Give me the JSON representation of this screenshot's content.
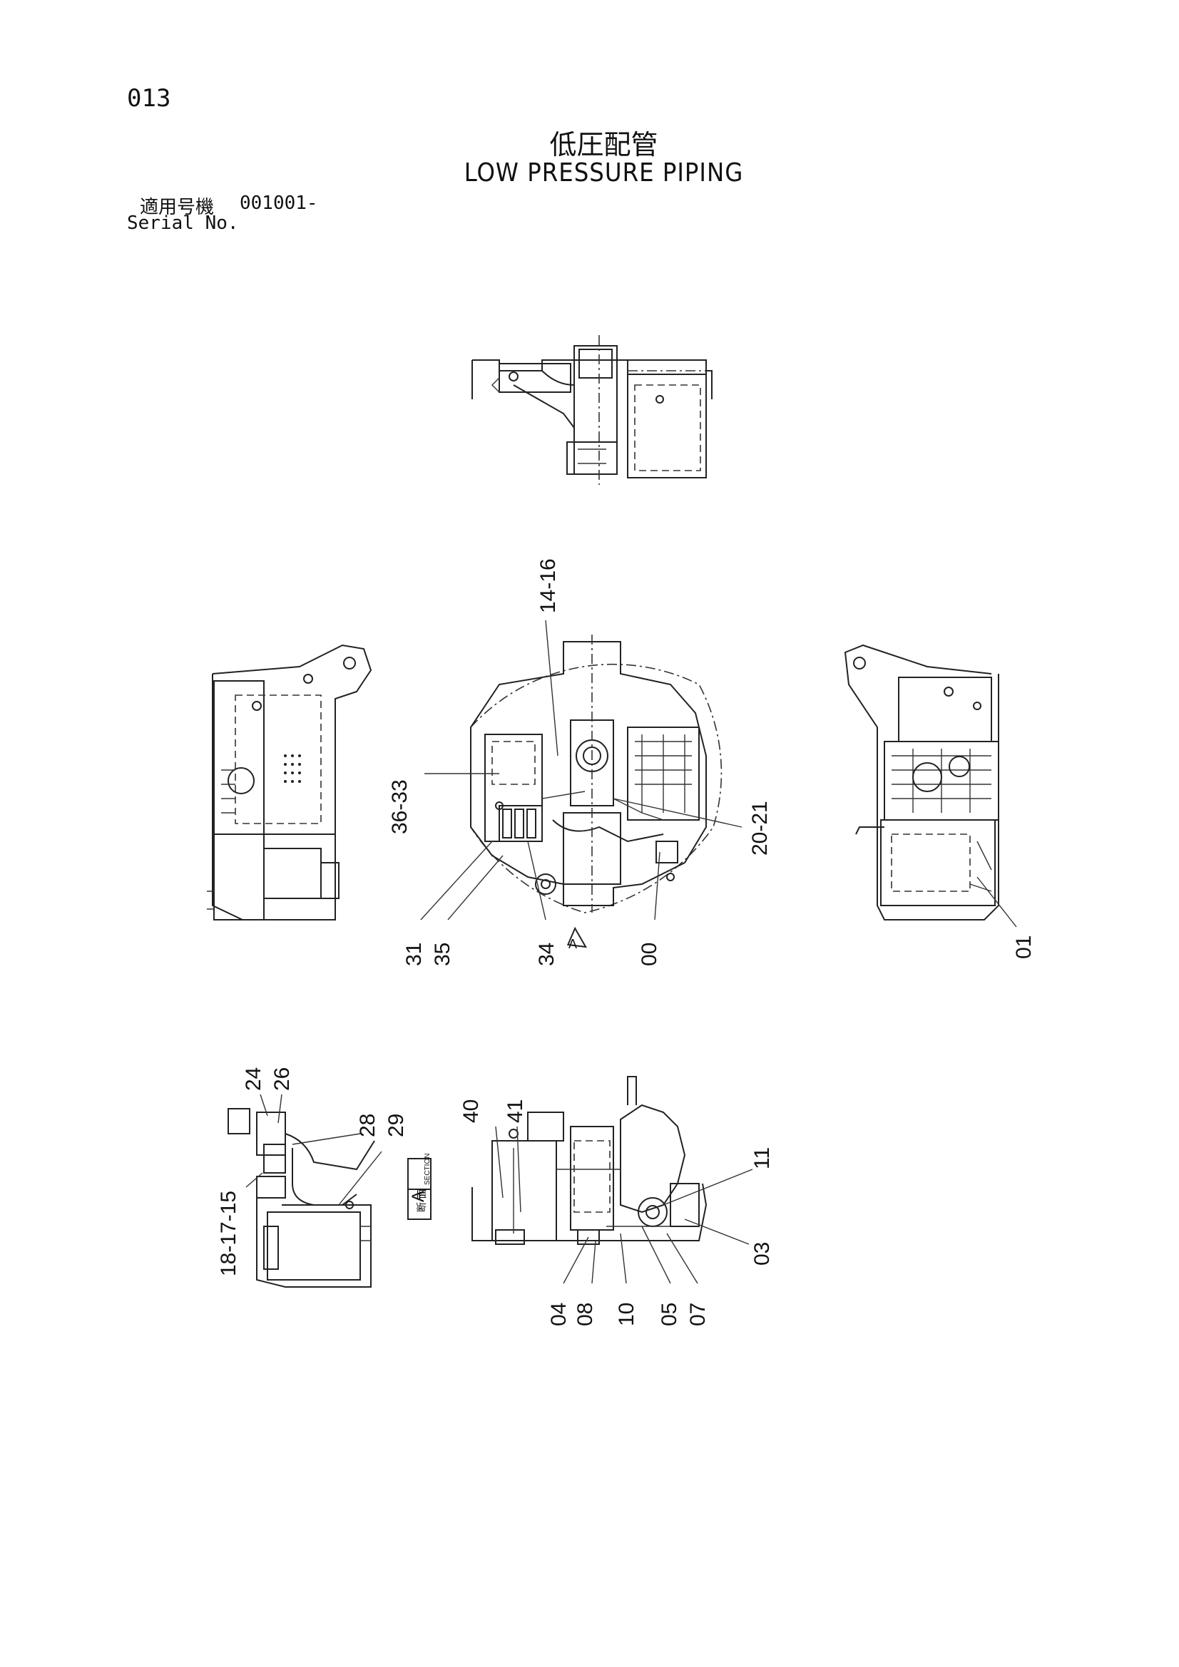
{
  "page": {
    "page_number": "013",
    "title_jp": "低圧配管",
    "title_en": "LOW PRESSURE PIPING",
    "serial_label_jp": "適用号機",
    "serial_value": "001001-",
    "serial_label_en": "Serial No."
  },
  "callouts": {
    "c14_16": "14-16",
    "c36_33": "36-33",
    "c20_21": "20-21",
    "c31": "31",
    "c35": "35",
    "c34": "34",
    "c00": "00",
    "c01": "01",
    "c24": "24",
    "c26": "26",
    "c28": "28",
    "c29": "29",
    "c18_17_15": "18-17-15",
    "c40": "40",
    "c41": "41",
    "c11": "11",
    "c03": "03",
    "c04": "04",
    "c08": "08",
    "c10": "10",
    "c05": "05",
    "c07": "07"
  },
  "markers": {
    "view_arrow": "A",
    "section_jp": "断 面",
    "section_en": "SECTION",
    "section_letter": "A"
  }
}
